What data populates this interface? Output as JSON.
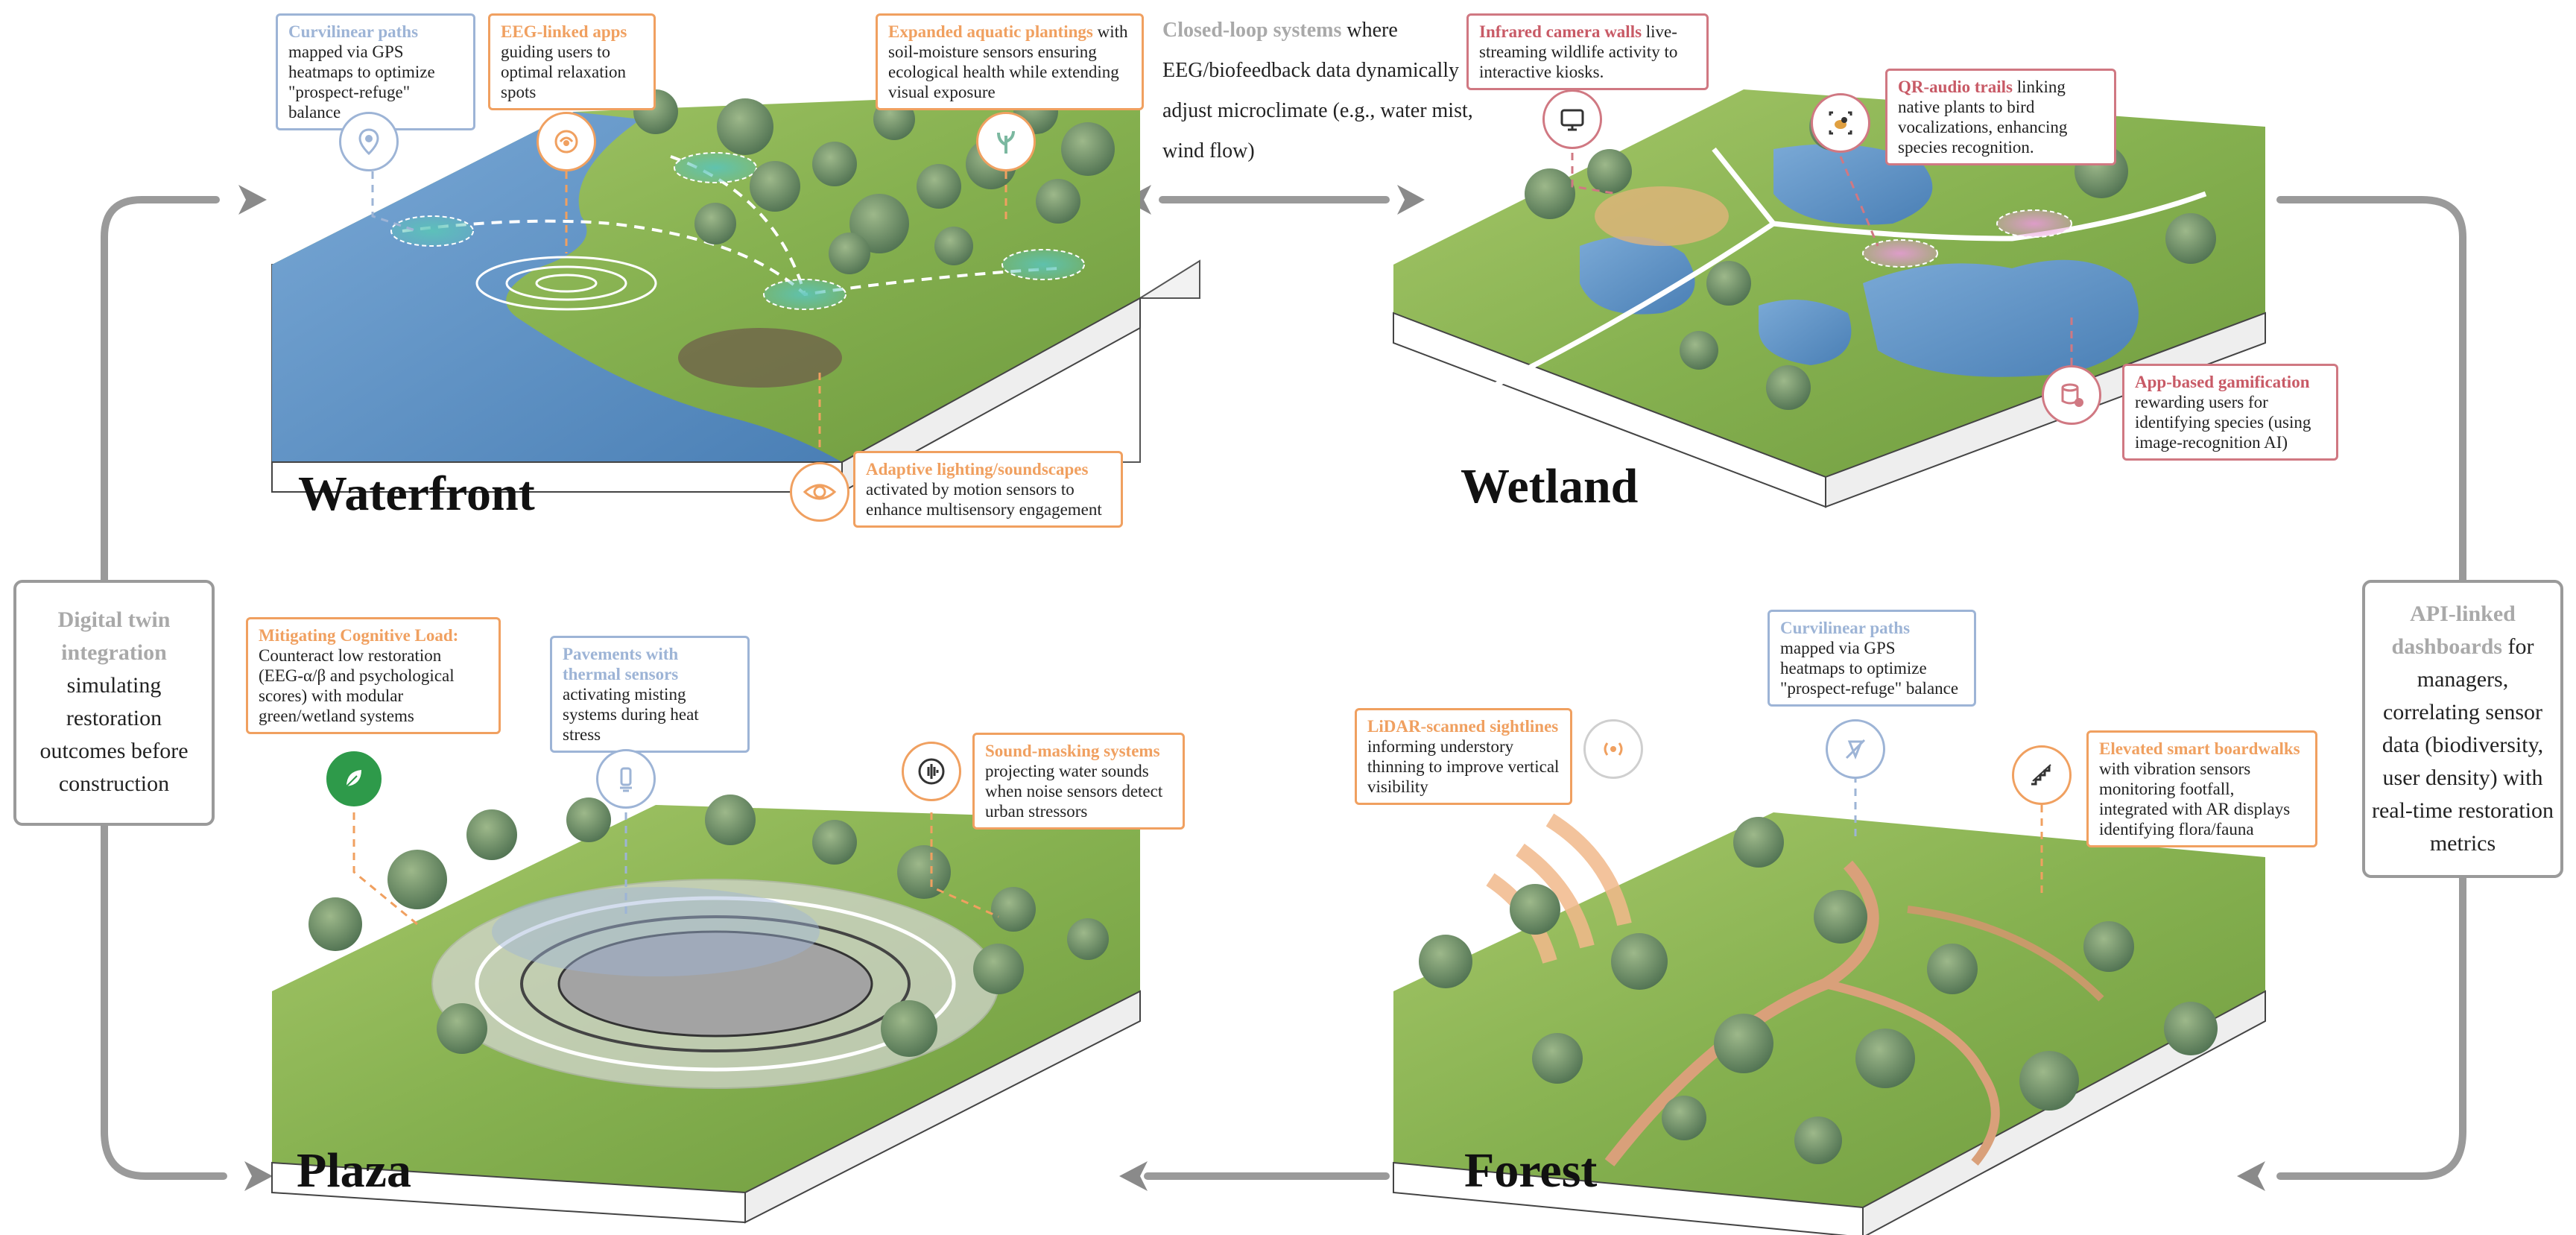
{
  "loop_note": {
    "highlight": "Closed-loop systems",
    "rest": " where EEG/biofeedback data dynamically adjust microclimate (e.g., water mist, wind flow)"
  },
  "left_box": {
    "highlight": "Digital twin integration",
    "rest": " simulating restoration outcomes before construction"
  },
  "right_box": {
    "highlight": "API-linked dashboards",
    "rest": " for managers, correlating sensor data (biodiversity, user density) with real-time restoration metrics"
  },
  "scenes": {
    "waterfront": "Waterfront",
    "wetland": "Wetland",
    "plaza": "Plaza",
    "forest": "Forest"
  },
  "callouts": {
    "wf_paths": {
      "highlight": "Curvilinear paths",
      "rest": " mapped via GPS heatmaps to optimize \"prospect-refuge\" balance"
    },
    "wf_eeg": {
      "highlight": "EEG-linked apps",
      "rest": " guiding users to optimal relaxation spots"
    },
    "wf_aquatic": {
      "highlight": "Expanded aquatic plantings",
      "rest": " with soil-moisture sensors ensuring ecological health while extending visual exposure"
    },
    "wf_lighting": {
      "highlight": "Adaptive lighting/soundscapes",
      "rest": " activated by motion sensors to enhance multisensory engagement"
    },
    "wl_camera": {
      "highlight": "Infrared camera walls",
      "rest": " live-streaming wildlife activity to interactive kiosks."
    },
    "wl_qr": {
      "highlight": "QR-audio trails",
      "rest": " linking native plants to bird vocalizations, enhancing species recognition."
    },
    "wl_app": {
      "highlight": "App-based gamification",
      "rest": " rewarding users for identifying species (using image-recognition AI)"
    },
    "pl_cognitive": {
      "highlight": "Mitigating Cognitive Load:",
      "rest": " Counteract low restoration (EEG-α/β and psychological scores) with modular green/wetland systems"
    },
    "pl_pavement": {
      "highlight": "Pavements with thermal sensors",
      "rest": " activating misting systems during heat stress"
    },
    "pl_sound": {
      "highlight": "Sound-masking systems",
      "rest": " projecting water sounds when noise sensors detect urban stressors"
    },
    "fo_lidar": {
      "highlight": "LiDAR-scanned sightlines",
      "rest": " informing understory thinning to improve vertical visibility"
    },
    "fo_paths": {
      "highlight": "Curvilinear paths",
      "rest": " mapped via GPS heatmaps to optimize \"prospect-refuge\" balance"
    },
    "fo_boardwalk": {
      "highlight": "Elevated smart boardwalks",
      "rest": " with vibration sensors monitoring footfall, integrated with AR displays identifying flora/fauna"
    }
  },
  "icons": {
    "wf_paths": "map-pin-icon",
    "wf_eeg": "brain-headset-icon",
    "wf_aquatic": "aquatic-plant-icon",
    "wf_lighting": "eye-icon",
    "wl_camera": "camera-screen-icon",
    "wl_qr": "bird-scan-icon",
    "wl_app": "database-icon",
    "pl_cognitive": "leaf-icon",
    "pl_pavement": "thermal-sensor-icon",
    "pl_sound": "soundwave-icon",
    "fo_lidar": "lidar-signal-icon",
    "fo_paths": "no-marker-icon",
    "fo_boardwalk": "boardwalk-stairs-icon"
  },
  "colors": {
    "orange": "#f0a060",
    "blue": "#9db4d6",
    "red": "#d07882",
    "gray": "#a9a9a9",
    "grass": "#8fb85a",
    "water": "#5b93c7"
  }
}
